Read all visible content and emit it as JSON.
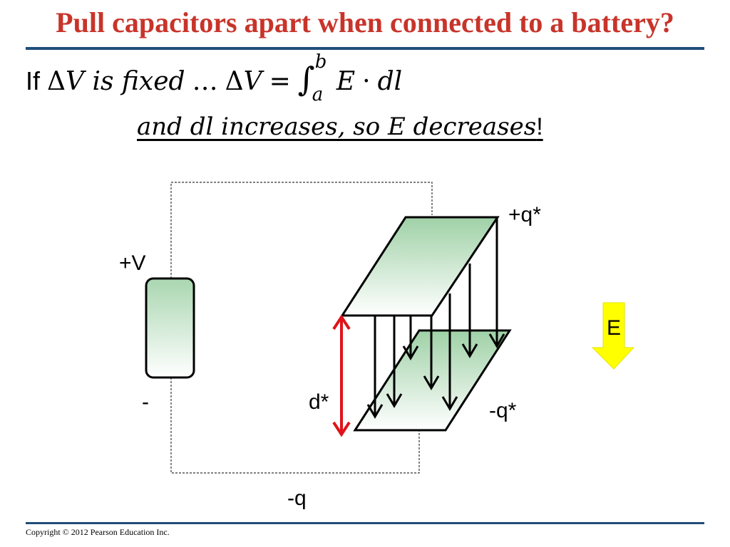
{
  "title": "Pull capacitors apart when connected to a battery?",
  "equation": {
    "prefix": "If",
    "delta": "Δ",
    "v_fixed": "V is fixed",
    "ellipsis": "…",
    "delta2": "Δ",
    "v": "V",
    "equals": "=",
    "integral_sign": "∫",
    "upper_bound": "b",
    "lower_bound": "a",
    "integrand_e": "E",
    "dot": "·",
    "integrand_dl": "dl",
    "conclusion": "and dl increases, so E decreases",
    "exclamation": "!"
  },
  "labels": {
    "battery_positive": "+V",
    "battery_negative": "-",
    "top_plate_charge": "+q*",
    "bottom_plate_charge": "-q*",
    "separation": "d*",
    "wire_charge": "-q",
    "field_arrow": "E"
  },
  "colors": {
    "title": "#c8342a",
    "rule": "#1f4e79",
    "separation_arrow": "#e0131a",
    "field_arrow_fill": "#ffff00",
    "plate_gradient_top": "#9fd1a6",
    "plate_gradient_bottom": "#ffffff"
  },
  "footer": "Copyright © 2012 Pearson Education Inc."
}
